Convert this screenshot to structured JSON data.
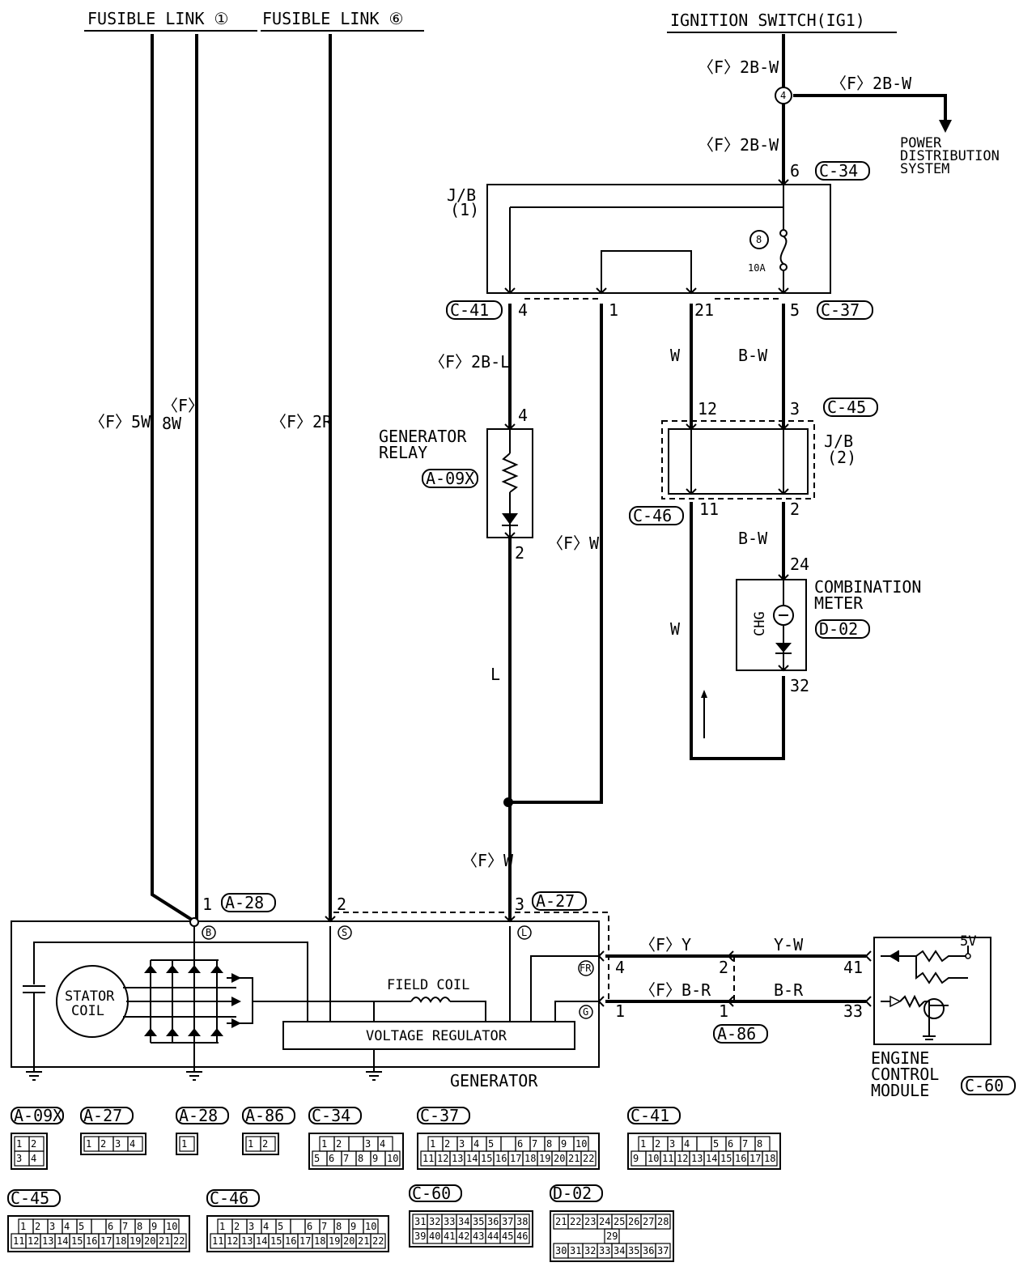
{
  "sources": {
    "fusible_link_1": "FUSIBLE LINK ①",
    "fusible_link_6": "FUSIBLE LINK ⑥",
    "ignition_switch": "IGNITION SWITCH(IG1)"
  },
  "wires": {
    "ig_top": "〈F〉2B-W",
    "ig_branch": "〈F〉2B-W",
    "ig_lower": "〈F〉2B-W",
    "fl_5w": "〈F〉5W",
    "fl_8w_a": "〈F〉",
    "fl_8w_b": "8W",
    "fl_2r": "〈F〉2R",
    "relay_in": "〈F〉2B-L",
    "w_left": "W",
    "bw_right": "B-W",
    "fw_mid": "〈F〉W",
    "bw_lower": "B-W",
    "w_lower": "W",
    "l_wire": "L",
    "fw_bottom": "〈F〉W",
    "fy": "〈F〉Y",
    "yw": "Y-W",
    "fbr": "〈F〉B-R",
    "br": "B-R"
  },
  "components": {
    "power_dist": [
      "POWER",
      "DISTRIBUTION",
      "SYSTEM"
    ],
    "jb1": [
      "J/B",
      "(1)"
    ],
    "jb2": [
      "J/B",
      "(2)"
    ],
    "fuse_no": "8",
    "fuse_rating": "10A",
    "gen_relay": [
      "GENERATOR",
      "RELAY"
    ],
    "comb_meter": [
      "COMBINATION",
      "METER"
    ],
    "chg": "CHG",
    "stator": [
      "STATOR",
      "COIL"
    ],
    "field_coil": "FIELD COIL",
    "voltage_regulator": "VOLTAGE REGULATOR",
    "generator": "GENERATOR",
    "ecm": [
      "ENGINE",
      "CONTROL",
      "MODULE"
    ],
    "five_v": "5V",
    "splice_4": "4"
  },
  "connectors": {
    "c34": "C-34",
    "c41": "C-41",
    "c37": "C-37",
    "c45": "C-45",
    "c46": "C-46",
    "a09x": "A-09X",
    "d02": "D-02",
    "a28": "A-28",
    "a27": "A-27",
    "a86": "A-86",
    "c60": "C-60"
  },
  "pins": {
    "c34_6": "6",
    "c41_4": "4",
    "jb_1": "1",
    "jb_21": "21",
    "c37_5": "5",
    "relay_4": "4",
    "relay_2": "2",
    "c45_12": "12",
    "c45_3": "3",
    "c46_11": "11",
    "c46_2": "2",
    "meter_24": "24",
    "meter_32": "32",
    "a28_1": "1",
    "gen_2": "2",
    "a27_3": "3",
    "term_b": "B",
    "term_s": "S",
    "term_l": "L",
    "term_fr": "FR",
    "term_g": "G",
    "fr_4": "4",
    "a86_2": "2",
    "ecm_41": "41",
    "g_1": "1",
    "a86_1": "1",
    "ecm_33": "33"
  },
  "connector_faces": [
    {
      "id": "A-09X",
      "rows": [
        [
          "1",
          "2"
        ],
        [
          "3",
          "4"
        ]
      ]
    },
    {
      "id": "A-27",
      "rows": [
        [
          "1",
          "2",
          "3",
          "4"
        ]
      ]
    },
    {
      "id": "A-28",
      "rows": [
        [
          "1"
        ]
      ]
    },
    {
      "id": "A-86",
      "rows": [
        [
          "1",
          "2"
        ]
      ]
    },
    {
      "id": "C-34",
      "rows": [
        [
          "1",
          "2",
          "",
          "3",
          "4"
        ],
        [
          "5",
          "6",
          "7",
          "8",
          "9",
          "10"
        ]
      ]
    },
    {
      "id": "C-37",
      "rows": [
        [
          "1",
          "2",
          "3",
          "4",
          "5",
          "",
          "6",
          "7",
          "8",
          "9",
          "10"
        ],
        [
          "11",
          "12",
          "13",
          "14",
          "15",
          "16",
          "17",
          "18",
          "19",
          "20",
          "21",
          "22"
        ]
      ]
    },
    {
      "id": "C-41",
      "rows": [
        [
          "1",
          "2",
          "3",
          "4",
          "",
          "5",
          "6",
          "7",
          "8"
        ],
        [
          "9",
          "10",
          "11",
          "12",
          "13",
          "14",
          "15",
          "16",
          "17",
          "18"
        ]
      ]
    },
    {
      "id": "C-45",
      "rows": [
        [
          "1",
          "2",
          "3",
          "4",
          "5",
          "",
          "6",
          "7",
          "8",
          "9",
          "10"
        ],
        [
          "11",
          "12",
          "13",
          "14",
          "15",
          "16",
          "17",
          "18",
          "19",
          "20",
          "21",
          "22"
        ]
      ]
    },
    {
      "id": "C-46",
      "rows": [
        [
          "1",
          "2",
          "3",
          "4",
          "5",
          "",
          "6",
          "7",
          "8",
          "9",
          "10"
        ],
        [
          "11",
          "12",
          "13",
          "14",
          "15",
          "16",
          "17",
          "18",
          "19",
          "20",
          "21",
          "22"
        ]
      ]
    },
    {
      "id": "C-60",
      "rows": [
        [
          "31",
          "32",
          "33",
          "34",
          "35",
          "36",
          "37",
          "38"
        ],
        [
          "39",
          "40",
          "41",
          "42",
          "43",
          "44",
          "45",
          "46"
        ]
      ]
    },
    {
      "id": "D-02",
      "rows": [
        [
          "21",
          "22",
          "23",
          "24",
          "25",
          "26",
          "27",
          "28"
        ],
        [
          "29"
        ],
        [
          "30",
          "31",
          "32",
          "33",
          "34",
          "35",
          "36",
          "37"
        ]
      ]
    }
  ]
}
